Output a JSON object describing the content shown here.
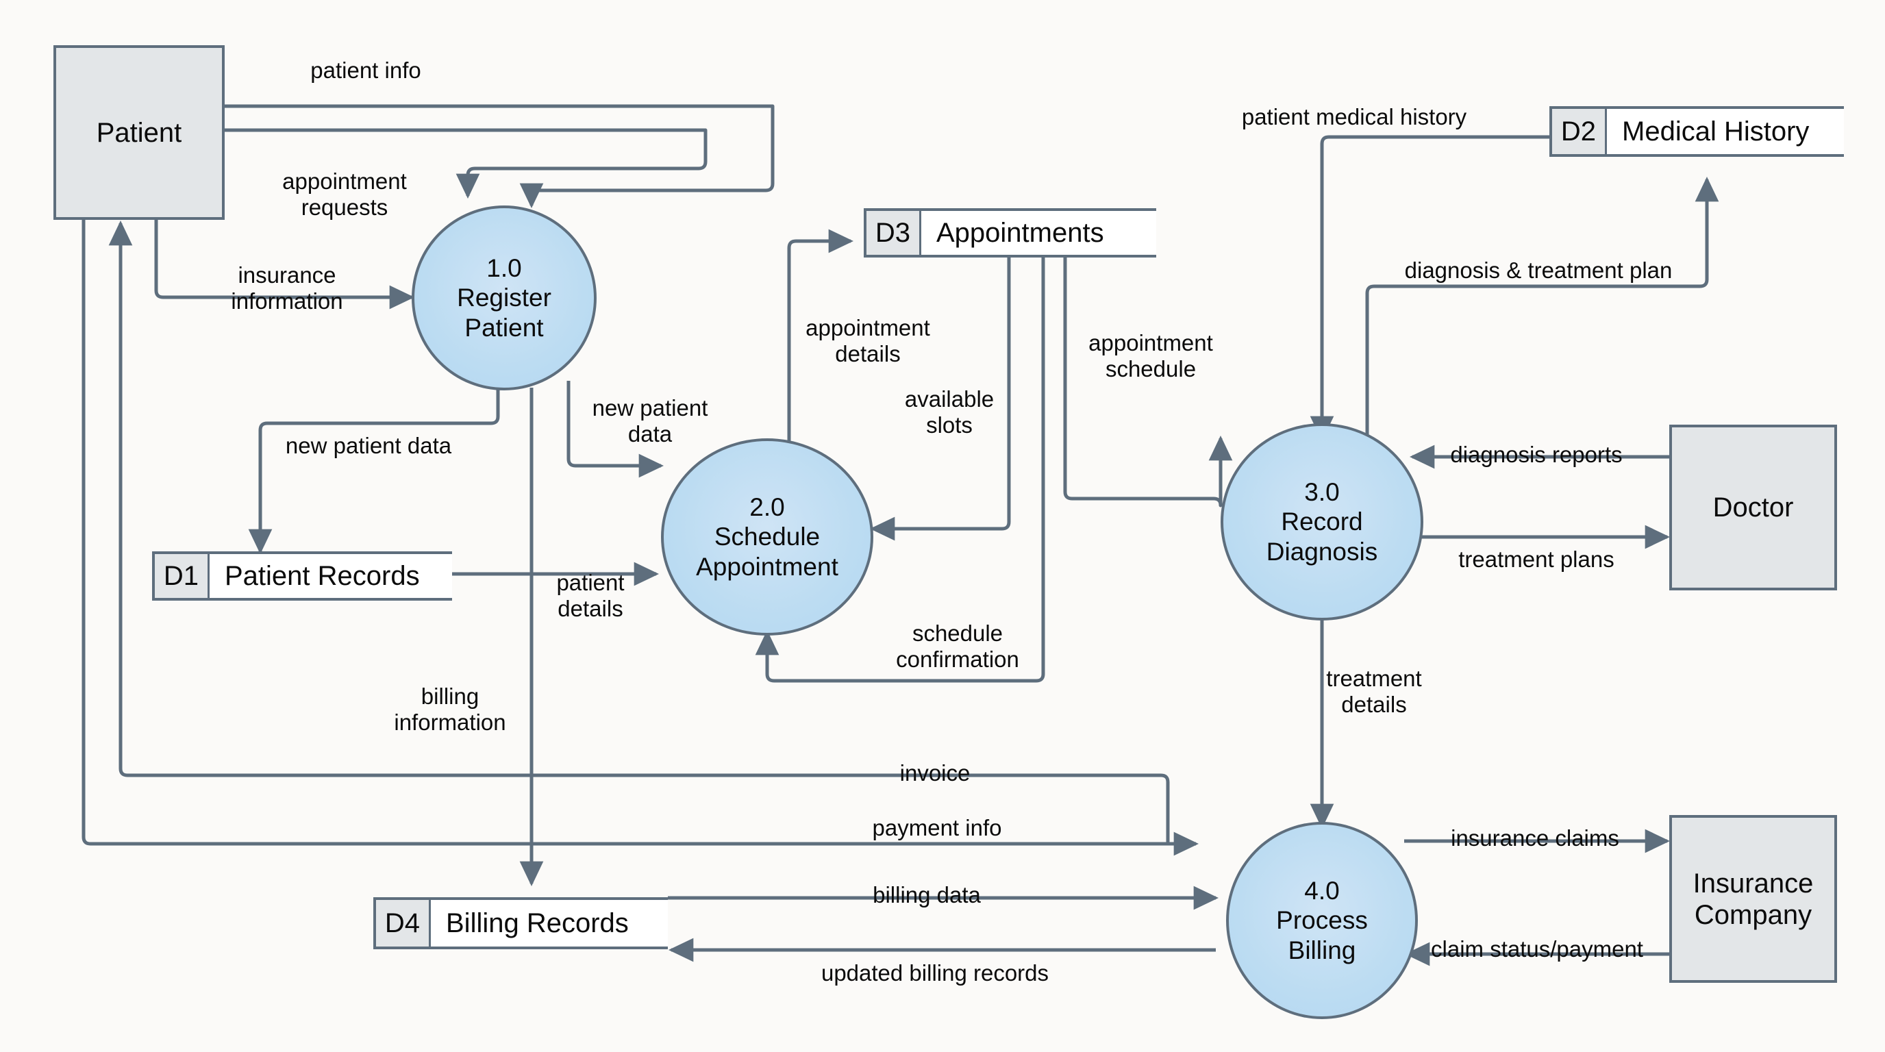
{
  "diagram": {
    "title": "Hospital Management System - Level 1 Data Flow Diagram",
    "type": "data-flow-diagram",
    "colors": {
      "process_fill": "#bcdcf2",
      "entity_fill": "#e3e6e8",
      "store_fill": "#ffffff",
      "stroke": "#5e6e7d",
      "background": "#fbfaf8",
      "text": "#0b0b0b"
    }
  },
  "external_entities": [
    {
      "id": "patient",
      "label": "Patient"
    },
    {
      "id": "doctor",
      "label": "Doctor"
    },
    {
      "id": "insurance",
      "label": "Insurance\nCompany"
    }
  ],
  "processes": [
    {
      "id": "p1",
      "number": "1.0",
      "name": "Register\nPatient",
      "label": "1.0\nRegister\nPatient"
    },
    {
      "id": "p2",
      "number": "2.0",
      "name": "Schedule\nAppointment",
      "label": "2.0\nSchedule\nAppointment"
    },
    {
      "id": "p3",
      "number": "3.0",
      "name": "Record\nDiagnosis",
      "label": "3.0\nRecord\nDiagnosis"
    },
    {
      "id": "p4",
      "number": "4.0",
      "name": "Process\nBilling",
      "label": "4.0\nProcess\nBilling"
    }
  ],
  "data_stores": [
    {
      "id": "d1",
      "tag": "D1",
      "name": "Patient Records"
    },
    {
      "id": "d2",
      "tag": "D2",
      "name": "Medical History"
    },
    {
      "id": "d3",
      "tag": "D3",
      "name": "Appointments"
    },
    {
      "id": "d4",
      "tag": "D4",
      "name": "Billing Records"
    }
  ],
  "flows": [
    {
      "id": "f01",
      "label": "patient info",
      "from": "patient",
      "to": "p2"
    },
    {
      "id": "f02",
      "label": "appointment\nrequests",
      "from": "patient",
      "to": "p1"
    },
    {
      "id": "f03",
      "label": "insurance\ninformation",
      "from": "patient",
      "to": "p1"
    },
    {
      "id": "f04",
      "label": "new patient data",
      "from": "p1",
      "to": "d1"
    },
    {
      "id": "f05",
      "label": "new patient\ndata",
      "from": "p1",
      "to": "p2"
    },
    {
      "id": "f06",
      "label": "patient\ndetails",
      "from": "d1",
      "to": "p2"
    },
    {
      "id": "f07",
      "label": "appointment\ndetails",
      "from": "p2",
      "to": "d3"
    },
    {
      "id": "f08",
      "label": "available\nslots",
      "from": "d3",
      "to": "p2"
    },
    {
      "id": "f09",
      "label": "appointment\nschedule",
      "from": "d3",
      "to": "p3"
    },
    {
      "id": "f10",
      "label": "schedule\nconfirmation",
      "from": "d3",
      "to": "p2"
    },
    {
      "id": "f11",
      "label": "patient medical history",
      "from": "d2",
      "to": "p3"
    },
    {
      "id": "f12",
      "label": "diagnosis & treatment plan",
      "from": "p3",
      "to": "d2"
    },
    {
      "id": "f13",
      "label": "diagnosis reports",
      "from": "doctor",
      "to": "p3"
    },
    {
      "id": "f14",
      "label": "treatment plans",
      "from": "p3",
      "to": "doctor"
    },
    {
      "id": "f15",
      "label": "treatment\ndetails",
      "from": "p3",
      "to": "p4"
    },
    {
      "id": "f16",
      "label": "billing\ninformation",
      "from": "p1",
      "to": "d4"
    },
    {
      "id": "f17",
      "label": "invoice",
      "from": "p4",
      "to": "patient"
    },
    {
      "id": "f18",
      "label": "payment info",
      "from": "patient",
      "to": "p4"
    },
    {
      "id": "f19",
      "label": "billing data",
      "from": "d4",
      "to": "p4"
    },
    {
      "id": "f20",
      "label": "updated billing records",
      "from": "p4",
      "to": "d4"
    },
    {
      "id": "f21",
      "label": "insurance claims",
      "from": "p4",
      "to": "insurance"
    },
    {
      "id": "f22",
      "label": "claim status/payment",
      "from": "insurance",
      "to": "p4"
    }
  ]
}
